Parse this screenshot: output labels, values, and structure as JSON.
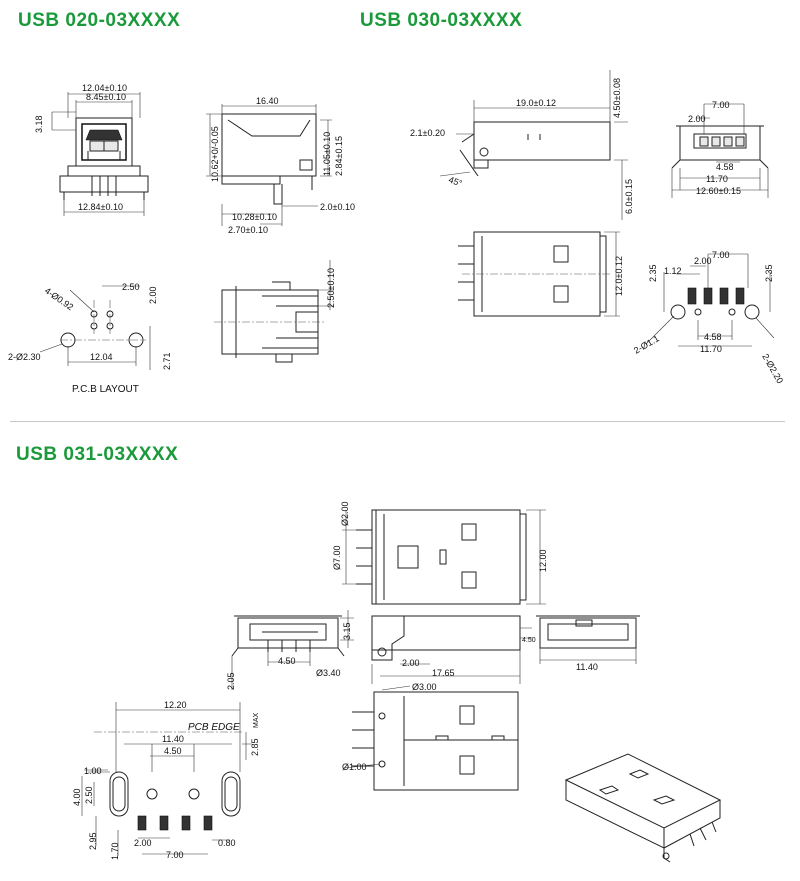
{
  "titles": {
    "usb020": "USB 020-03XXXX",
    "usb030": "USB 030-03XXXX",
    "usb031": "USB 031-03XXXX"
  },
  "colors": {
    "title_green": "#1a9a3a",
    "line": "#222222",
    "divider": "#c8c8c8"
  },
  "usb020": {
    "front": {
      "d1": "12.04±0.10",
      "d2": "8.45±0.10",
      "d3": "3.18",
      "d4": "12.84±0.10"
    },
    "side": {
      "d1": "16.40",
      "d2": "10.62+0/-0.05",
      "d3": "11.05±0.10",
      "d4": "2.84±0.15",
      "d5": "10.28±0.10",
      "d6": "2.70±0.10",
      "d7": "2.0±0.10"
    },
    "pcb": {
      "d1": "2.50",
      "d2": "4-Ø0.92",
      "d3": "2.00",
      "d4": "2-Ø2.30",
      "d5": "12.04",
      "d6": "2.71",
      "label": "P.C.B  LAYOUT"
    },
    "top": {
      "d1": "2.50±0.10"
    }
  },
  "usb030": {
    "side": {
      "d1": "19.0±0.12",
      "d2": "4.50±0.08",
      "d3": "2.1±0.20",
      "d4": "45°",
      "d5": "6.0±0.15"
    },
    "front": {
      "d1": "7.00",
      "d2": "2.00",
      "d3": "4.58",
      "d4": "11.70",
      "d5": "12.60±0.15"
    },
    "top": {
      "d1": "12.0±0.12"
    },
    "pcb": {
      "d1": "7.00",
      "d2": "2.00",
      "d3": "1.12",
      "d4": "2.35",
      "d5": "2.35",
      "d6": "2-Ø1.1",
      "d7": "4.58",
      "d8": "11.70",
      "d9": "2-Ø2.20"
    }
  },
  "usb031": {
    "top": {
      "d1": "Ø2.00",
      "d2": "Ø7.00",
      "d3": "12.00"
    },
    "front": {
      "d1": "3.15",
      "d2": "4.50",
      "d3": "2.05"
    },
    "side": {
      "d1": "4.50",
      "d2": "2.00",
      "d3": "Ø3.40",
      "d4": "17.65"
    },
    "end": {
      "d1": "11.40"
    },
    "bottom": {
      "d1": "Ø3.00",
      "d2": "Ø1.00"
    },
    "pcb": {
      "d1": "12.20",
      "d2": "PCB  EDGE",
      "d3": "MAX",
      "d4": "11.40",
      "d5": "4.50",
      "d6": "2.85",
      "d7": "1.00",
      "d8": "4.00",
      "d9": "2.50",
      "d10": "2.95",
      "d11": "1.70",
      "d12": "2.00",
      "d13": "7.00",
      "d14": "0.80"
    }
  }
}
